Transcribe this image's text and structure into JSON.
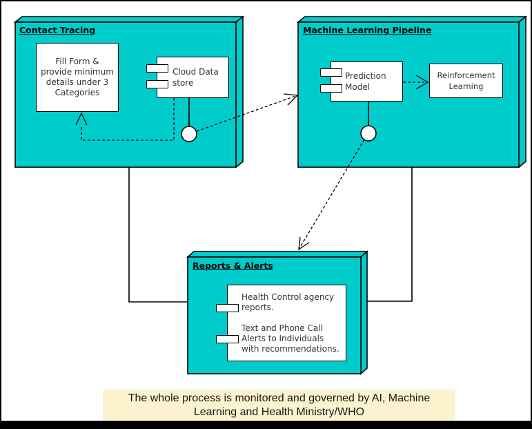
{
  "colors": {
    "package_fill": "#00CCCC",
    "outline": "#000000",
    "note_fill": "#FBF2CE",
    "node_text": "#333333",
    "title_text": "#000000"
  },
  "packages": {
    "contact_tracing": {
      "title": "Contact Tracing"
    },
    "ml_pipeline": {
      "title": "Machine Learning Pipeline"
    },
    "reports_alerts": {
      "title": "Reports & Alerts"
    }
  },
  "nodes": {
    "fill_form": {
      "text": "Fill Form &\nprovide minimum\ndetails under 3\nCategories"
    },
    "cloud_data_store": {
      "text": "Cloud Data\nstore"
    },
    "prediction_model": {
      "text": "Prediction\nModel"
    },
    "reinforcement_learning": {
      "text": "Reinforcement\nLearning"
    },
    "reports_component": {
      "text": "Health Control agency\nreports.\n\nText and Phone Call\nAlerts to Individuals\nwith recommendations."
    }
  },
  "note": {
    "text": "The whole process is monitored and governed by AI, Machine\nLearning and Health Ministry/WHO"
  }
}
